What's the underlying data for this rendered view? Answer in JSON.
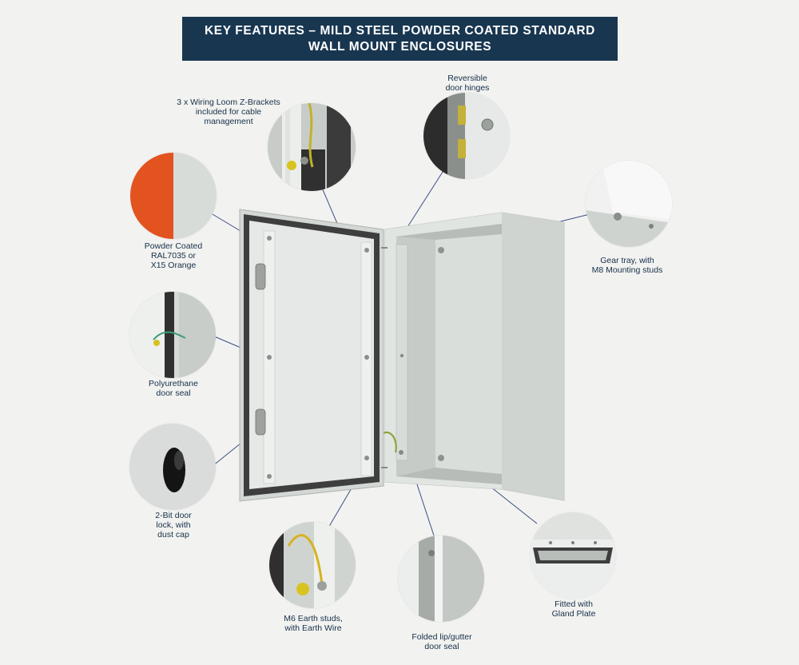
{
  "title": {
    "line1": "KEY FEATURES – MILD STEEL POWDER COATED STANDARD",
    "line2": "WALL MOUNT ENCLOSURES"
  },
  "callouts": {
    "wiring_loom": [
      "3 x Wiring Loom Z-Brackets",
      "included for cable",
      "management"
    ],
    "hinges": [
      "Reversible",
      "door hinges"
    ],
    "powder_coat": [
      "Powder Coated",
      "RAL7035 or",
      "X15 Orange"
    ],
    "gear_tray": [
      "Gear tray, with",
      "M8 Mounting studs"
    ],
    "door_seal": [
      "Polyurethane",
      "door seal"
    ],
    "door_lock": [
      "2-Bit door",
      "lock, with",
      "dust cap"
    ],
    "earth_studs": [
      "M6 Earth studs,",
      "with Earth Wire"
    ],
    "folded_lip": [
      "Folded lip/gutter",
      "door seal"
    ],
    "gland_plate": [
      "Fitted with",
      "Gland Plate"
    ]
  },
  "colors": {
    "title_bg": "#183650",
    "text": "#16304a",
    "leader_line": "#3b4f86",
    "ral7035": "#d7dcd9",
    "x15_orange": "#e2531f"
  },
  "icons": {
    "powder_coat_swatch": "color-swatch-icon",
    "door_lock_detail": "lock-icon"
  }
}
